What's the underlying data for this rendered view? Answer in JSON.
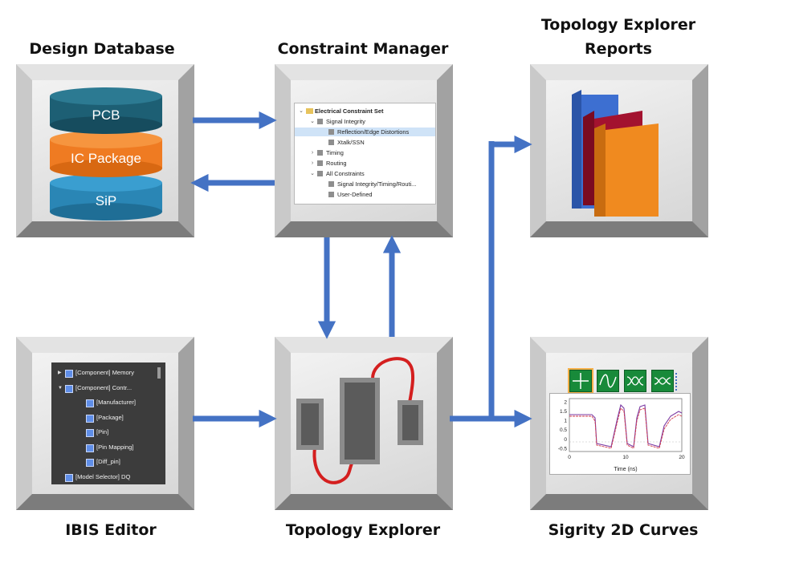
{
  "labels": {
    "design_database": "Design Database",
    "constraint_manager": "Constraint Manager",
    "topology_reports_line1": "Topology Explorer",
    "topology_reports_line2": "Reports",
    "ibis_editor": "IBIS Editor",
    "topology_explorer": "Topology Explorer",
    "sigrity": "Sigrity 2D Curves"
  },
  "database_layers": [
    {
      "label": "PCB",
      "color": "#1d5f74"
    },
    {
      "label": "IC Package",
      "color": "#ef7b22"
    },
    {
      "label": "SiP",
      "color": "#2a86b5"
    }
  ],
  "constraint_tree": [
    {
      "label": "Electrical Constraint Set",
      "level": 0,
      "twisty": "v",
      "icon": "folder",
      "bold": true
    },
    {
      "label": "Signal Integrity",
      "level": 1,
      "twisty": "v",
      "icon": "box"
    },
    {
      "label": "Reflection/Edge Distortions",
      "level": 2,
      "twisty": "",
      "icon": "box",
      "selected": true
    },
    {
      "label": "Xtalk/SSN",
      "level": 2,
      "twisty": "",
      "icon": "box"
    },
    {
      "label": "Timing",
      "level": 1,
      "twisty": ">",
      "icon": "box"
    },
    {
      "label": "Routing",
      "level": 1,
      "twisty": ">",
      "icon": "box"
    },
    {
      "label": "All Constraints",
      "level": 1,
      "twisty": "v",
      "icon": "box"
    },
    {
      "label": "Signal Integrity/Timing/Routi...",
      "level": 2,
      "twisty": "",
      "icon": "box"
    },
    {
      "label": "User-Defined",
      "level": 2,
      "twisty": "",
      "icon": "box"
    }
  ],
  "ibis_tree": [
    {
      "label": "[Component] Memory",
      "level": 0,
      "twisty": "▶"
    },
    {
      "label": "[Component] Contr...",
      "level": 0,
      "twisty": "▼"
    },
    {
      "label": "[Manufacturer]",
      "level": 1,
      "twisty": ""
    },
    {
      "label": "[Package]",
      "level": 1,
      "twisty": ""
    },
    {
      "label": "[Pin]",
      "level": 1,
      "twisty": ""
    },
    {
      "label": "[Pin Mapping]",
      "level": 1,
      "twisty": ""
    },
    {
      "label": "[Diff_pin]",
      "level": 1,
      "twisty": ""
    },
    {
      "label": "[Model Selector] DQ",
      "level": 0,
      "twisty": ""
    }
  ],
  "sigrity_plot": {
    "x_ticks": [
      "0",
      "10",
      "20"
    ],
    "y_ticks": [
      "2",
      "1.5",
      "1",
      "0.5",
      "0",
      "-0.5"
    ],
    "x_label": "Time (ns)"
  },
  "colors": {
    "arrow": "#4472c4",
    "trace": "#d41f1f",
    "doc_blue": "#3d6fd1",
    "doc_red": "#a3122f",
    "doc_orange": "#f08a1f"
  }
}
